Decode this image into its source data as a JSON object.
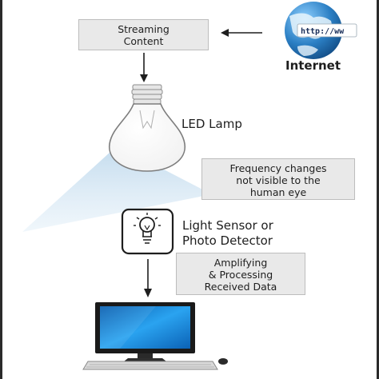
{
  "streaming_box": {
    "line1": "Streaming",
    "line2": "Content"
  },
  "internet": {
    "label": "Internet",
    "url_text": "http://ww"
  },
  "led_lamp": {
    "label": "LED Lamp"
  },
  "frequency_box": {
    "line1": "Frequency changes",
    "line2": "not visible to the",
    "line3": "human eye"
  },
  "sensor": {
    "line1": "Light Sensor or",
    "line2": "Photo Detector"
  },
  "processing_box": {
    "line1": "Amplifying",
    "line2": "& Processing",
    "line3": "Received Data"
  },
  "colors": {
    "box_fill": "#e9e9e9",
    "box_border": "#bdbdbd",
    "light_beam": "#cfe4f3",
    "globe_blue": "#2b7fc4",
    "screen_blue": "#1e8fe0",
    "monitor_body": "#1a1a1a"
  }
}
